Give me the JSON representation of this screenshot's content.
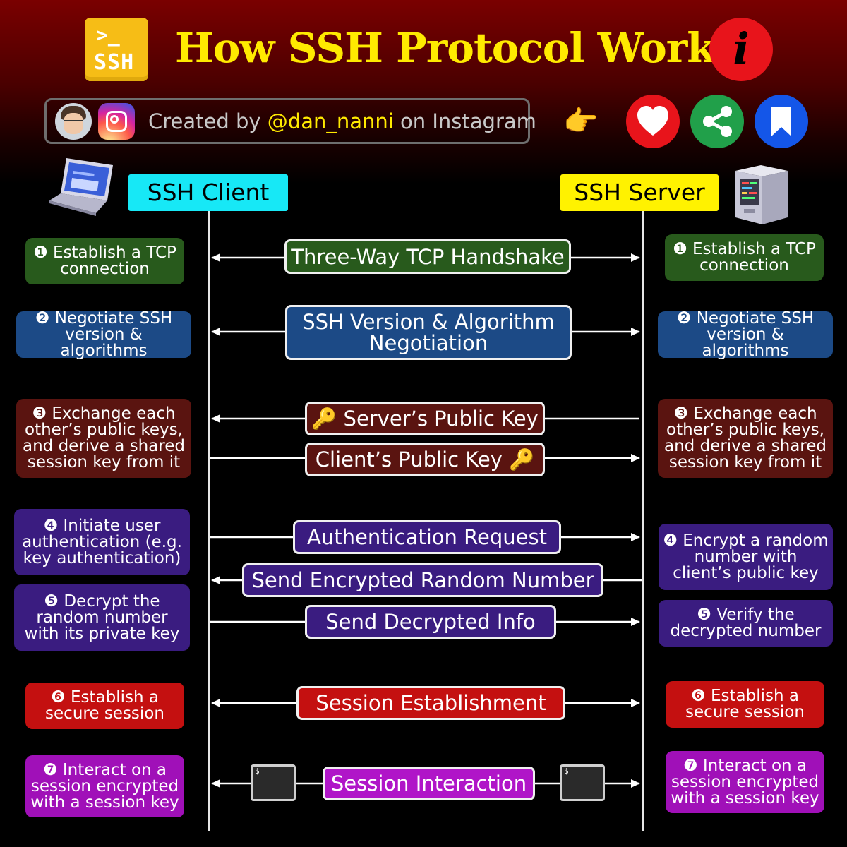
{
  "title": "How SSH Protocol Works",
  "logo": {
    "prompt": ">_",
    "text": "SSH"
  },
  "credit": {
    "prefix": "Created by ",
    "handle": "@dan_nanni",
    "suffix": " on Instagram"
  },
  "icons": [
    "ssh-logo-icon",
    "info-icon",
    "avatar",
    "instagram-icon",
    "pointing-hand-icon",
    "heart-icon",
    "share-icon",
    "bookmark-icon",
    "laptop-icon",
    "server-icon",
    "key-icon",
    "terminal-icon"
  ],
  "colors": {
    "title": "#ffea00",
    "client": "#17e8f6",
    "server": "#fff200",
    "step1": "#285a1c",
    "step2": "#1c4a86",
    "step3": "#5a1410",
    "step45": "#3a1c80",
    "step6": "#c41010",
    "step7": "#a010b8"
  },
  "actors": {
    "client": "SSH Client",
    "server": "SSH Server"
  },
  "client_steps": [
    "❶ Establish a TCP connection",
    "❷ Negotiate SSH version & algorithms",
    "❸ Exchange each other’s public keys, and derive a shared session key from it",
    "❹ Initiate user authentication (e.g. key authentication)",
    "❺ Decrypt the random number with its private key",
    "❻ Establish a secure session",
    "❼ Interact on a session encrypted with a session key"
  ],
  "server_steps": [
    "❶ Establish a TCP connection",
    "❷ Negotiate SSH version & algorithms",
    "❸ Exchange each other’s public keys, and derive a shared session key from it",
    "❹ Encrypt a random number with client’s public key",
    "❺ Verify the decrypted number",
    "❻ Establish a secure session",
    "❼ Interact on a session encrypted with a session key"
  ],
  "messages": [
    {
      "label": "Three-Way TCP Handshake",
      "direction": "both"
    },
    {
      "label": "SSH Version & Algorithm Negotiation",
      "direction": "both"
    },
    {
      "label": "🔑 Server’s Public Key",
      "direction": "to-client"
    },
    {
      "label": "Client’s Public Key 🔑",
      "direction": "to-server"
    },
    {
      "label": "Authentication Request",
      "direction": "to-server"
    },
    {
      "label": "Send Encrypted Random Number",
      "direction": "to-client"
    },
    {
      "label": "Send Decrypted Info",
      "direction": "to-server"
    },
    {
      "label": "Session Establishment",
      "direction": "both"
    },
    {
      "label": "Session Interaction",
      "direction": "both"
    }
  ],
  "terminal_prompt": "$"
}
